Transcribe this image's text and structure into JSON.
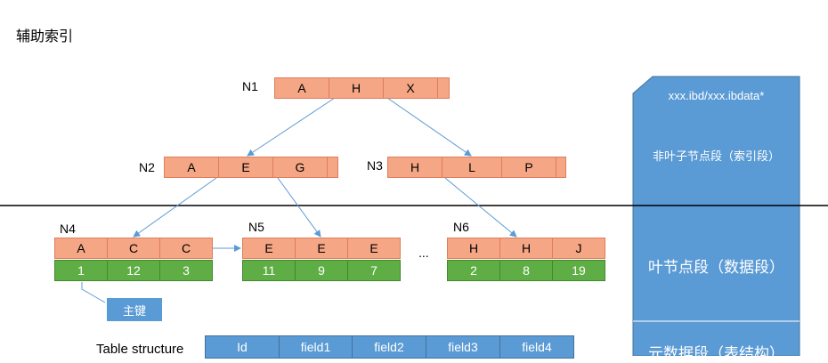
{
  "title": "辅助索引",
  "nodes": {
    "n1": {
      "label": "N1",
      "keys": [
        "A",
        "H",
        "X"
      ]
    },
    "n2": {
      "label": "N2",
      "keys": [
        "A",
        "E",
        "G"
      ]
    },
    "n3": {
      "label": "N3",
      "keys": [
        "H",
        "L",
        "P"
      ]
    },
    "n4": {
      "label": "N4",
      "keys": [
        "A",
        "C",
        "C"
      ],
      "values": [
        "1",
        "12",
        "3"
      ]
    },
    "n5": {
      "label": "N5",
      "keys": [
        "E",
        "E",
        "E"
      ],
      "values": [
        "11",
        "9",
        "7"
      ]
    },
    "n6": {
      "label": "N6",
      "keys": [
        "H",
        "H",
        "J"
      ],
      "values": [
        "2",
        "8",
        "19"
      ]
    }
  },
  "ellipsis": "...",
  "primary_key_callout": "主键",
  "table_structure": {
    "label": "Table structure",
    "fields": [
      "Id",
      "field1",
      "field2",
      "field3",
      "field4"
    ]
  },
  "side_panel": {
    "file": "xxx.ibd/xxx.ibdata*",
    "non_leaf": "非叶子节点段（索引段）",
    "leaf": "叶节点段（数据段）",
    "meta": "元数据段（表结构）"
  },
  "colors": {
    "key_fill": "#f4a685",
    "value_fill": "#5fae45",
    "panel_fill": "#5b9bd5",
    "arrow": "#5b9bd5"
  }
}
